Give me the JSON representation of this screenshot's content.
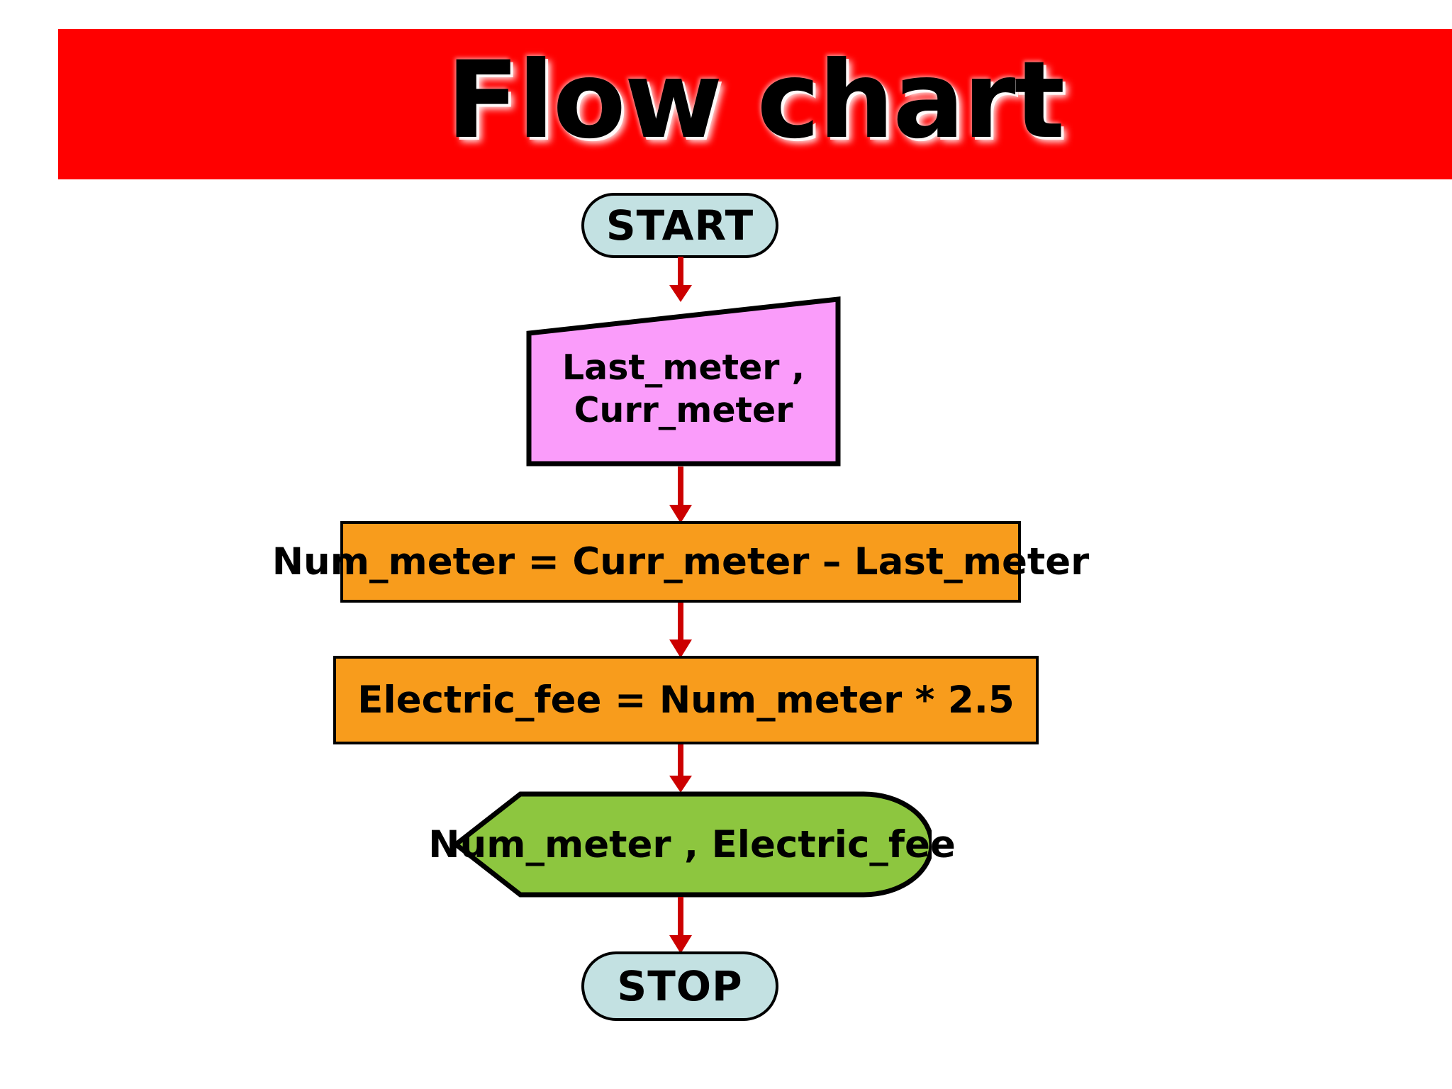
{
  "slide": {
    "title": "Flow chart",
    "background_color": "#ffffff"
  },
  "banner": {
    "color": "#ff0000"
  },
  "palette": {
    "banner_red": "#ff0000",
    "terminator_fill": "#c3e1e2",
    "input_fill": "#fa9cfa",
    "process_fill": "#f89c1c",
    "output_fill": "#8dc63f",
    "arrow_red": "#cc0000",
    "outline_black": "#000000"
  },
  "chart_data": {
    "type": "flowchart",
    "title": "Flow chart",
    "orientation": "top-to-bottom",
    "nodes": [
      {
        "id": "start",
        "shape": "terminator",
        "label": "START",
        "fill": "#c3e1e2"
      },
      {
        "id": "input",
        "shape": "input-slanted-quad",
        "label": "Last_meter , Curr_meter",
        "label_lines": [
          "Last_meter ,",
          "Curr_meter"
        ],
        "fill": "#fa9cfa"
      },
      {
        "id": "proc1",
        "shape": "process",
        "label": "Num_meter = Curr_meter – Last_meter",
        "fill": "#f89c1c"
      },
      {
        "id": "proc2",
        "shape": "process",
        "label": "Electric_fee = Num_meter * 2.5",
        "fill": "#f89c1c"
      },
      {
        "id": "output",
        "shape": "display",
        "label": "Num_meter , Electric_fee",
        "fill": "#8dc63f"
      },
      {
        "id": "stop",
        "shape": "terminator",
        "label": "STOP",
        "fill": "#c3e1e2"
      }
    ],
    "edges": [
      {
        "from": "start",
        "to": "input",
        "style": "arrow",
        "color": "#cc0000",
        "label": ""
      },
      {
        "from": "input",
        "to": "proc1",
        "style": "arrow",
        "color": "#cc0000",
        "label": ""
      },
      {
        "from": "proc1",
        "to": "proc2",
        "style": "arrow",
        "color": "#cc0000",
        "label": ""
      },
      {
        "from": "proc2",
        "to": "output",
        "style": "arrow",
        "color": "#cc0000",
        "label": ""
      },
      {
        "from": "output",
        "to": "stop",
        "style": "arrow",
        "color": "#cc0000",
        "label": ""
      }
    ]
  },
  "nodes": {
    "start": {
      "label": "START"
    },
    "input": {
      "line1": "Last_meter ,",
      "line2": "Curr_meter"
    },
    "proc1": {
      "label": "Num_meter = Curr_meter – Last_meter"
    },
    "proc2": {
      "label": "Electric_fee = Num_meter * 2.5"
    },
    "output": {
      "label": "Num_meter , Electric_fee"
    },
    "stop": {
      "label": "STOP"
    }
  }
}
